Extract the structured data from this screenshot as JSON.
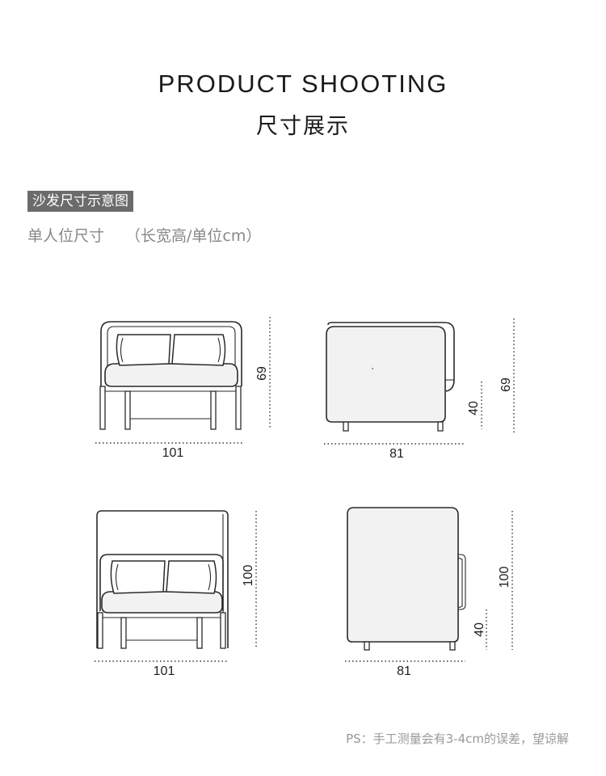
{
  "header": {
    "title_en": "PRODUCT SHOOTING",
    "title_cn": "尺寸展示"
  },
  "section": {
    "tag": "沙发尺寸示意图",
    "subtitle": "单人位尺寸",
    "subtitle_note": "（长宽高/单位cm）"
  },
  "drawings": {
    "low_back_front": {
      "width_label": "101",
      "height_label": "69"
    },
    "low_back_side": {
      "depth_label": "81",
      "seat_height_label": "40",
      "height_label": "69"
    },
    "high_back_front": {
      "width_label": "101",
      "height_label": "100"
    },
    "high_back_side": {
      "depth_label": "81",
      "seat_height_label": "40",
      "height_label": "100"
    }
  },
  "footer": {
    "note": "PS：手工测量会有3-4cm的误差，望谅解"
  }
}
